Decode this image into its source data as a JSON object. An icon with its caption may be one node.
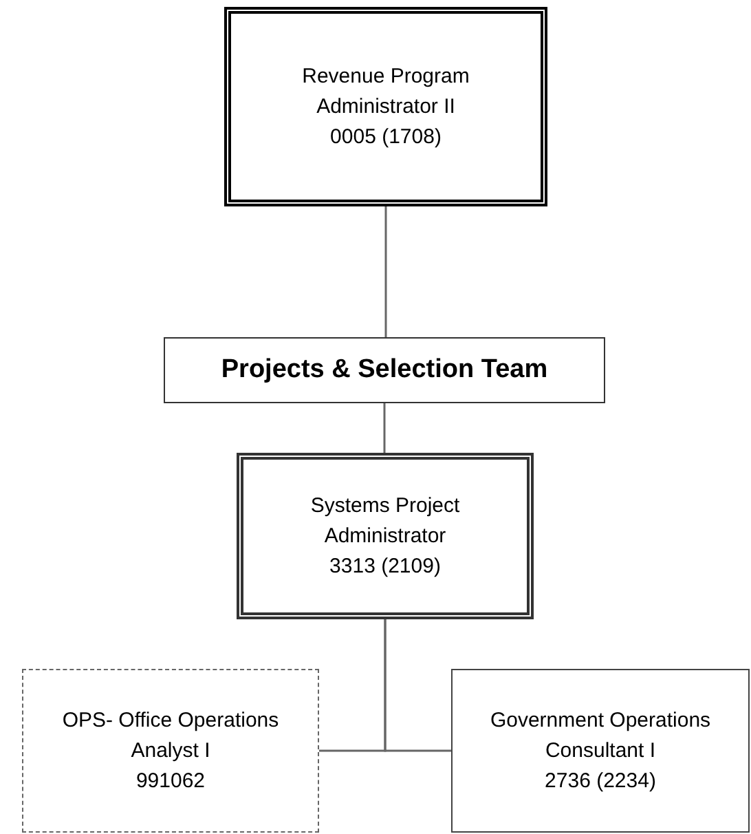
{
  "diagram": {
    "nodes": [
      {
        "text": [
          "Revenue Program Administrator II",
          "0005 (1708)"
        ]
      },
      {
        "text": [
          "Projects & Selection Team"
        ]
      },
      {
        "text": [
          "Systems Project Administrator",
          "3313 (2109)"
        ]
      },
      {
        "text": [
          "OPS- Office Operations Analyst I",
          "991062"
        ]
      },
      {
        "text": [
          "Government Operations Consultant I",
          "2736 (2234)"
        ]
      }
    ],
    "edges": [
      {
        "from": 0,
        "to": 1,
        "arrow": "none"
      },
      {
        "from": 1,
        "to": 2,
        "arrow": "none"
      },
      {
        "from": 2,
        "to": 3,
        "arrow": "none"
      },
      {
        "from": 2,
        "to": 4,
        "arrow": "none"
      }
    ]
  }
}
